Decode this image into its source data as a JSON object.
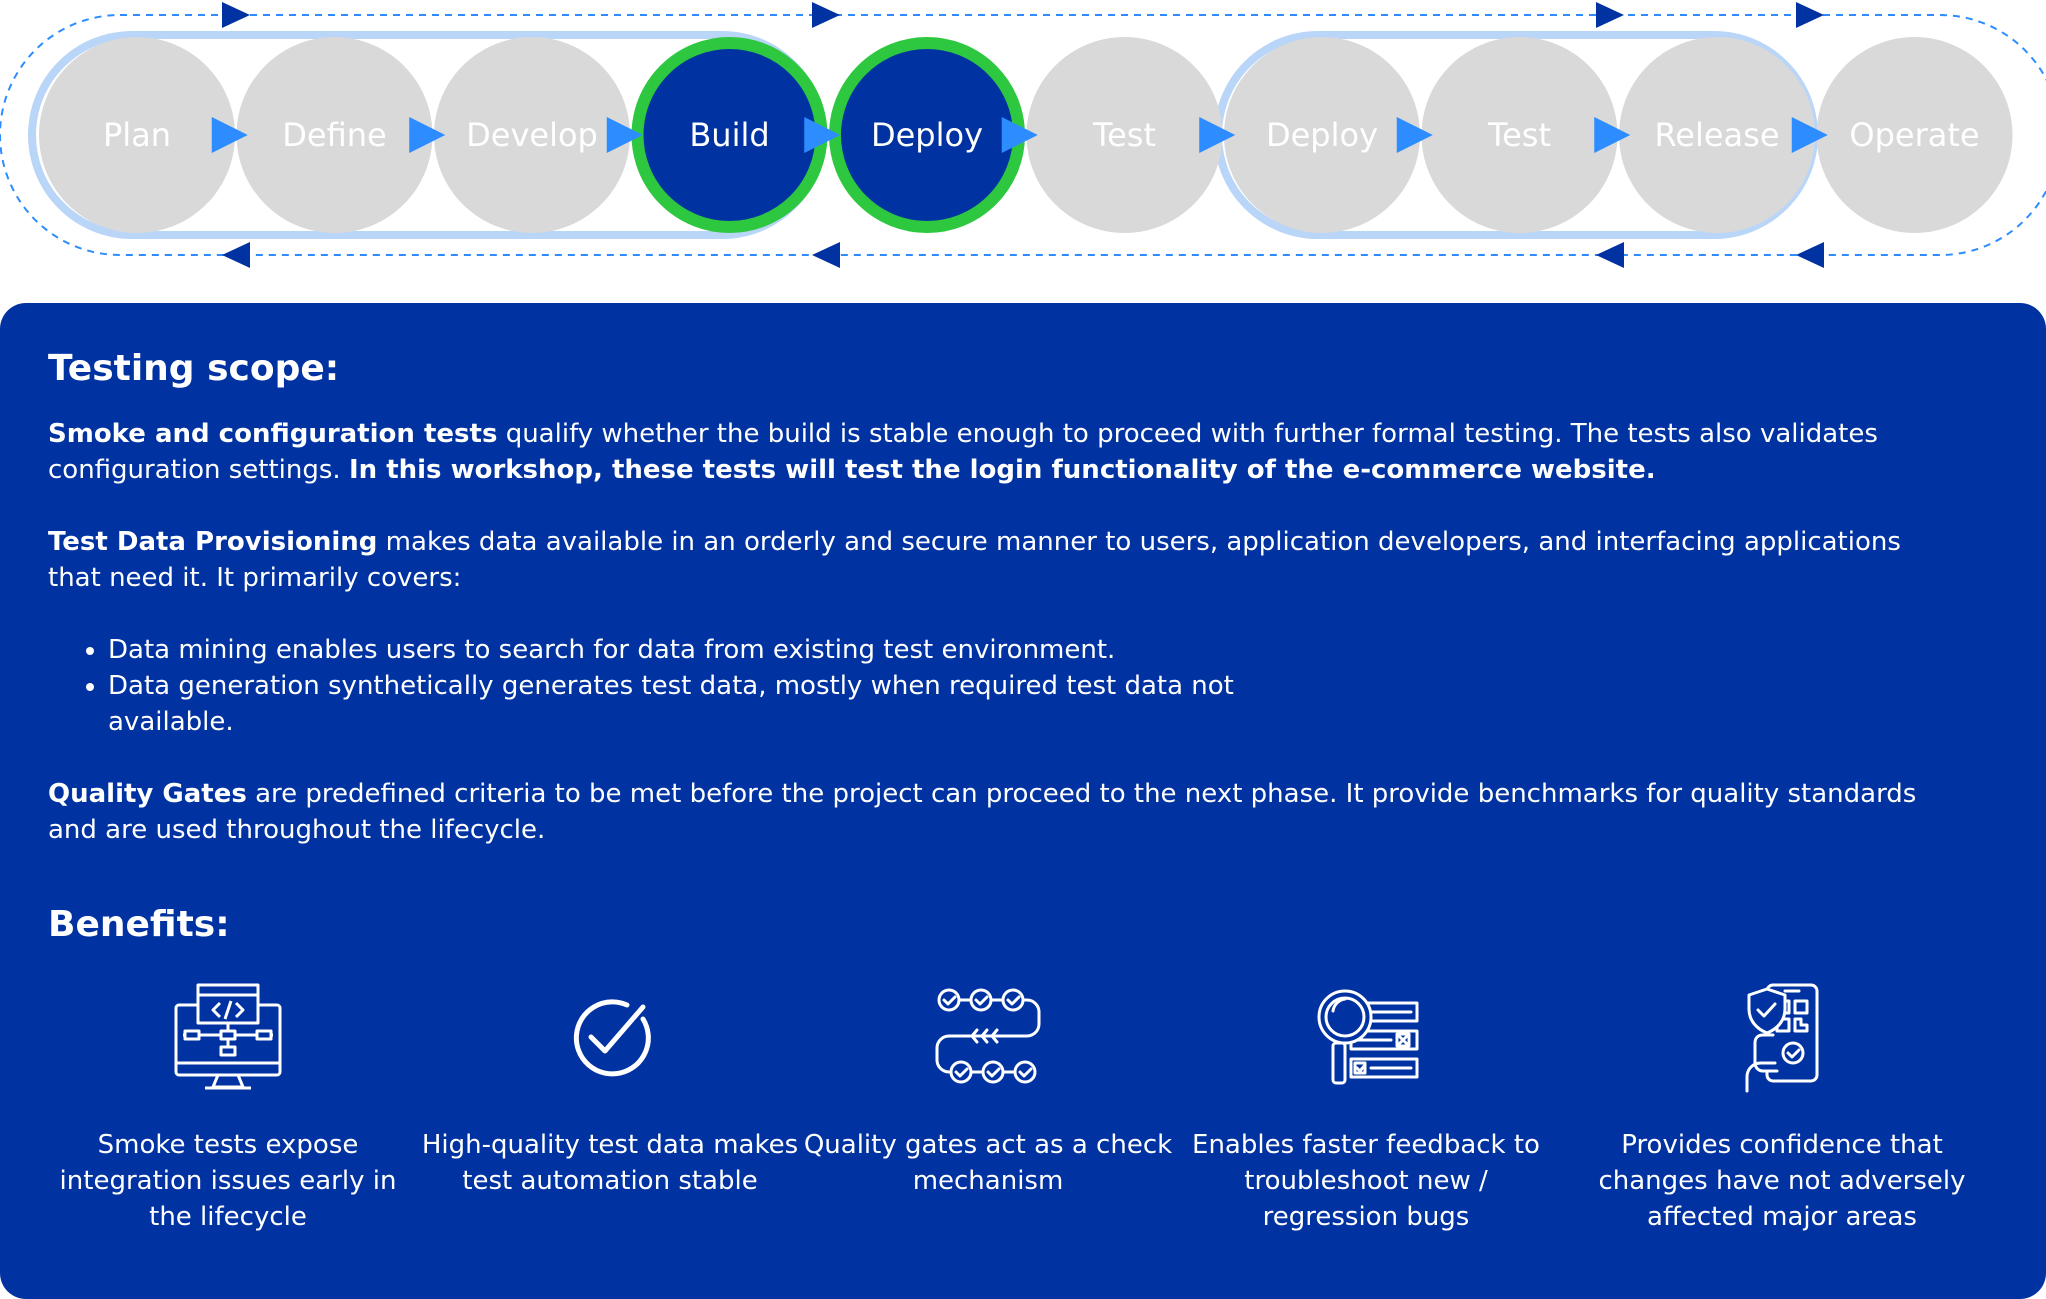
{
  "pipeline": {
    "stages": [
      {
        "label": "Plan",
        "active": false
      },
      {
        "label": "Define",
        "active": false
      },
      {
        "label": "Develop",
        "active": false
      },
      {
        "label": "Build",
        "active": true
      },
      {
        "label": "Deploy",
        "active": true
      },
      {
        "label": "Test",
        "active": false
      },
      {
        "label": "Deploy",
        "active": false
      },
      {
        "label": "Test",
        "active": false
      },
      {
        "label": "Release",
        "active": false
      },
      {
        "label": "Operate",
        "active": false
      }
    ],
    "colors": {
      "inactive_fill": "#d9d9d9",
      "active_fill": "#0033a1",
      "active_ring": "#2ec840",
      "group_outline": "#b9d5f7",
      "arrow": "#2d8cff",
      "loop_arrow": "#0033a1",
      "loop_line": "#2d8cff"
    }
  },
  "scope": {
    "heading": "Testing scope:",
    "smoke": {
      "lead": "Smoke and configuration tests",
      "text": " qualify whether the build is stable enough to proceed with further formal testing. The tests also validates configuration settings. ",
      "emphasis": "In this workshop, these tests will test the login functionality of the e-commerce website."
    },
    "tdp": {
      "lead": "Test Data Provisioning",
      "text": " makes data available in an orderly and secure manner to users, application developers, and interfacing applications that need it. It primarily covers:"
    },
    "bullets": [
      "Data mining enables users to search for data from existing test environment.",
      "Data generation synthetically generates test data, mostly when required test data not available."
    ],
    "gates": {
      "lead": "Quality Gates",
      "text": " are predefined criteria to be met before the project can proceed to the next phase. It provide benchmarks for quality standards and are used throughout the lifecycle."
    }
  },
  "benefits": {
    "heading": "Benefits:",
    "items": [
      {
        "icon": "code-monitor-icon",
        "text": "Smoke tests expose integration issues early in the lifecycle"
      },
      {
        "icon": "check-circle-icon",
        "text": "High-quality test data makes test automation stable"
      },
      {
        "icon": "quality-gate-flow-icon",
        "text": "Quality gates act as a check mechanism"
      },
      {
        "icon": "magnifier-checklist-icon",
        "text": "Enables faster feedback to troubleshoot new / regression bugs"
      },
      {
        "icon": "shield-phone-icon",
        "text": "Provides confidence that changes have not adversely affected major areas"
      }
    ]
  },
  "panel_color": "#0033a1"
}
